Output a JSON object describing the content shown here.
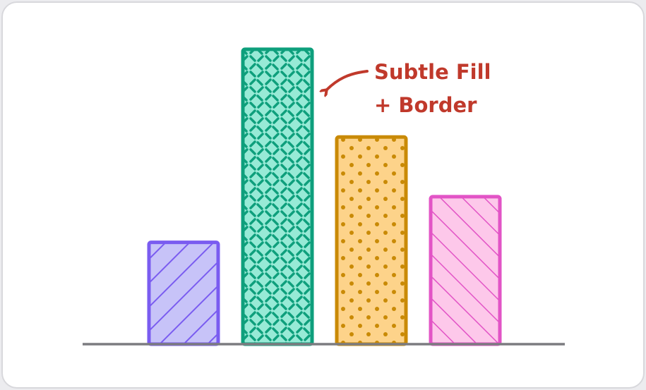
{
  "chart_data": {
    "type": "bar",
    "categories": [
      "",
      "",
      "",
      ""
    ],
    "values": [
      29,
      84,
      59,
      42
    ],
    "ylim": [
      0,
      90
    ],
    "grid": false,
    "legend": "none",
    "bars": [
      {
        "fill": "#c7c3f8",
        "stroke": "#7a5cf0",
        "pattern": "diagonal-hatch"
      },
      {
        "fill": "#97ead6",
        "stroke": "#0e9f7c",
        "pattern": "dashes"
      },
      {
        "fill": "#fdd38a",
        "stroke": "#c98a06",
        "pattern": "dots"
      },
      {
        "fill": "#fdc8ea",
        "stroke": "#e254c6",
        "pattern": "diagonal-hatch-reverse"
      }
    ],
    "baseline_color": "#7c7c80",
    "annotation": {
      "line1": "Subtle Fill",
      "line2": "+ Border",
      "color": "#c0392b",
      "target_bar": 1
    }
  }
}
